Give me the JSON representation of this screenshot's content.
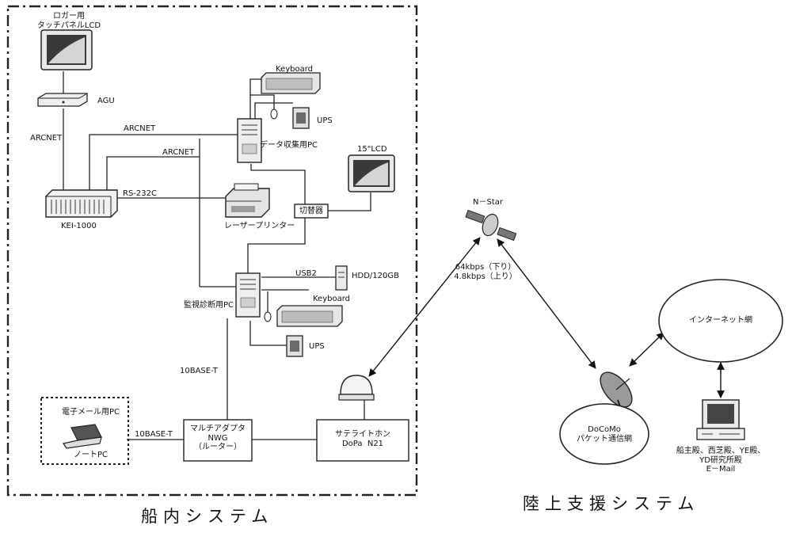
{
  "ship": {
    "title": "船内システム",
    "logger_lcd": "ロガー用\nタッチパネルLCD",
    "agu": "AGU",
    "arcnet_left": "ARCNET",
    "arcnet_mid": "ARCNET",
    "arcnet_inner": "ARCNET",
    "kei": "KEI-1000",
    "rs232c": "RS-232C",
    "printer": "レーザープリンター",
    "keyboard_top": "Keyboard",
    "ups_top": "UPS",
    "data_pc": "データ収集用PC",
    "lcd15": "15\"LCD",
    "switcher": "切替器",
    "usb2": "USB2",
    "hdd": "HDD/120GB",
    "keyboard_bottom": "Keyboard",
    "monitor_pc": "監視診断用PC",
    "ups_bottom": "UPS",
    "base_t_vertical": "10BASE-T",
    "base_t_horizontal": "10BASE-T",
    "email_pc": "電子メール用PC",
    "notebook": "ノートPC",
    "router": "マルチアダプタ\nNWG\n（ルーター）",
    "sat_phone": "サテライトホン\nDoPa  N21"
  },
  "space": {
    "nstar": "N－Star",
    "link_rates": "64kbps（下り）\n4.8kbps（上り）"
  },
  "land": {
    "title": "陸上支援システム",
    "internet": "インターネット網",
    "docomo": "DoCoMo\nパケット通信網",
    "recipients": "船主殿、西芝殿、YE殿、\nYD研究所殿\nE－Mail"
  }
}
